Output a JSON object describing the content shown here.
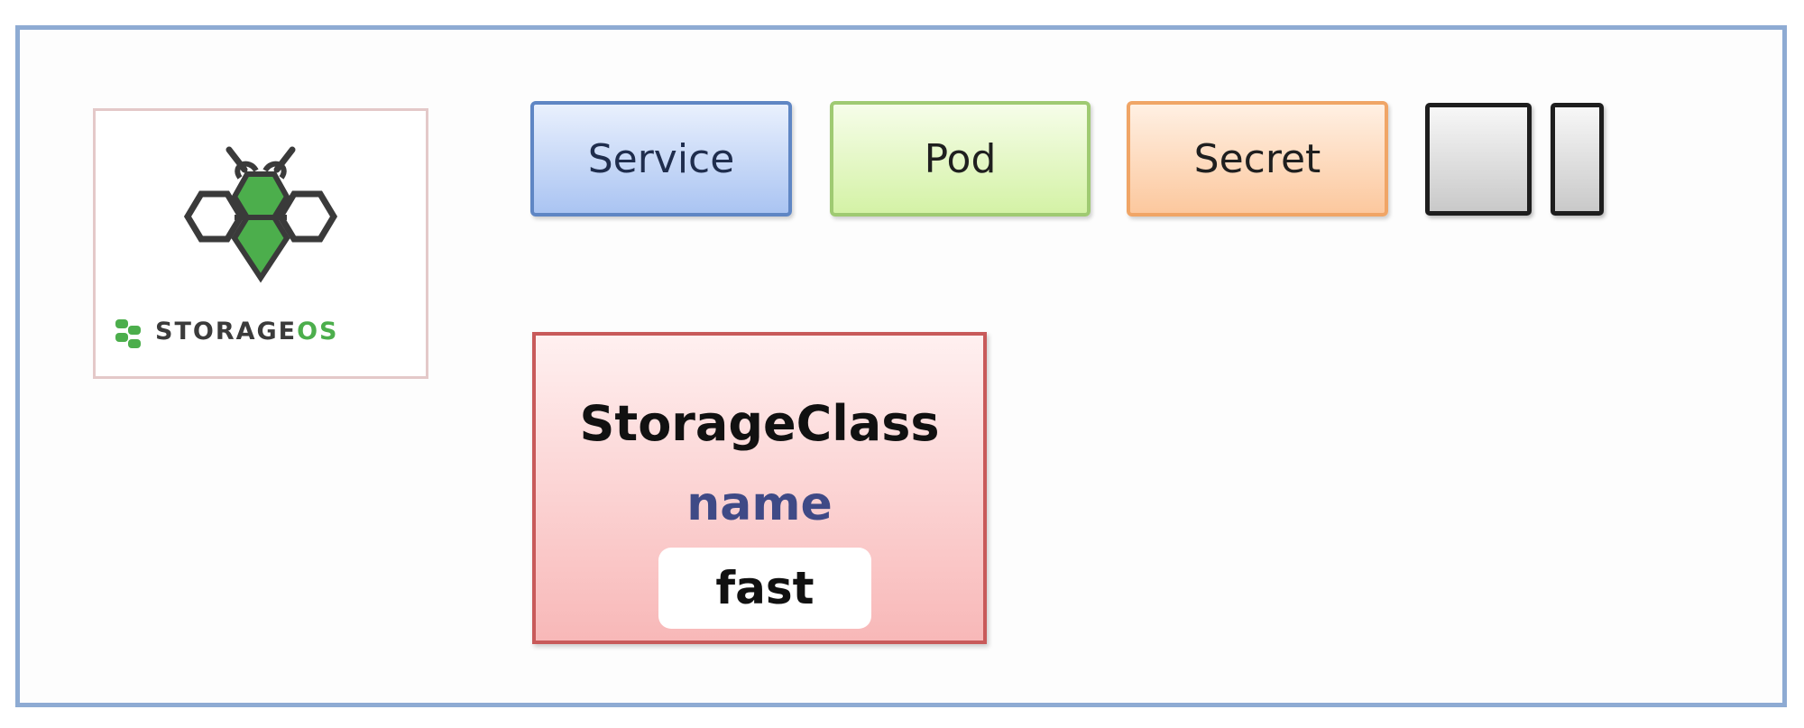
{
  "logo": {
    "name": "STORAGEOS",
    "word_main": "STORAGE",
    "word_accent": "OS",
    "accent_color": "#4cae4c",
    "icon": "bee-hexagon-logo-icon"
  },
  "resources": [
    {
      "label": "Service",
      "color": "#aac4f2"
    },
    {
      "label": "Pod",
      "color": "#d4f2a6"
    },
    {
      "label": "Secret",
      "color": "#fcc89e"
    }
  ],
  "storage_class": {
    "title": "StorageClass",
    "field": "name",
    "value": "fast",
    "color": "#f8b8b8"
  }
}
